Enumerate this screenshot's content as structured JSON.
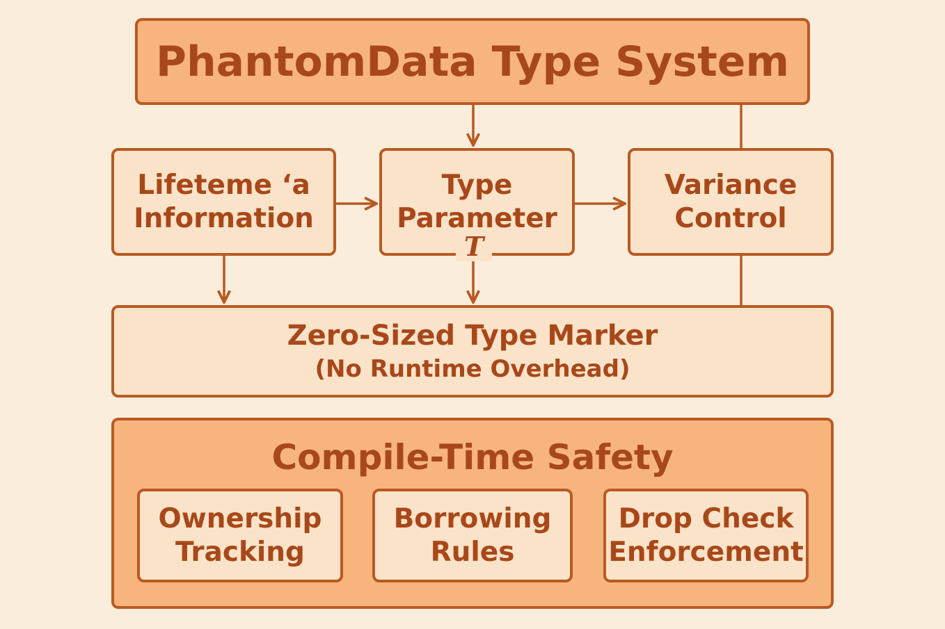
{
  "title": "PhantomData Type System",
  "nodes": {
    "lifetime": {
      "line1": "Lifeteme ‘a",
      "line2": "Information"
    },
    "type_parameter": {
      "line1": "Type",
      "line2": "Parameter",
      "symbol": "T"
    },
    "variance": {
      "line1": "Variance",
      "line2": "Control"
    },
    "zero_sized": {
      "line1": "Zero-Sized Type Marker",
      "line2": "(No Runtime Overhead)"
    },
    "safety": {
      "title": "Compile-Time Safety",
      "items": [
        {
          "line1": "Ownership",
          "line2": "Tracking"
        },
        {
          "line1": "Borrowing",
          "line2": "Rules"
        },
        {
          "line1": "Drop Check",
          "line2": "Enforcement"
        }
      ]
    }
  },
  "colors": {
    "background": "#fbeddc",
    "box_light": "#fae3c8",
    "box_dark": "#f8b47d",
    "stroke": "#b85a22",
    "text": "#a8481a"
  }
}
